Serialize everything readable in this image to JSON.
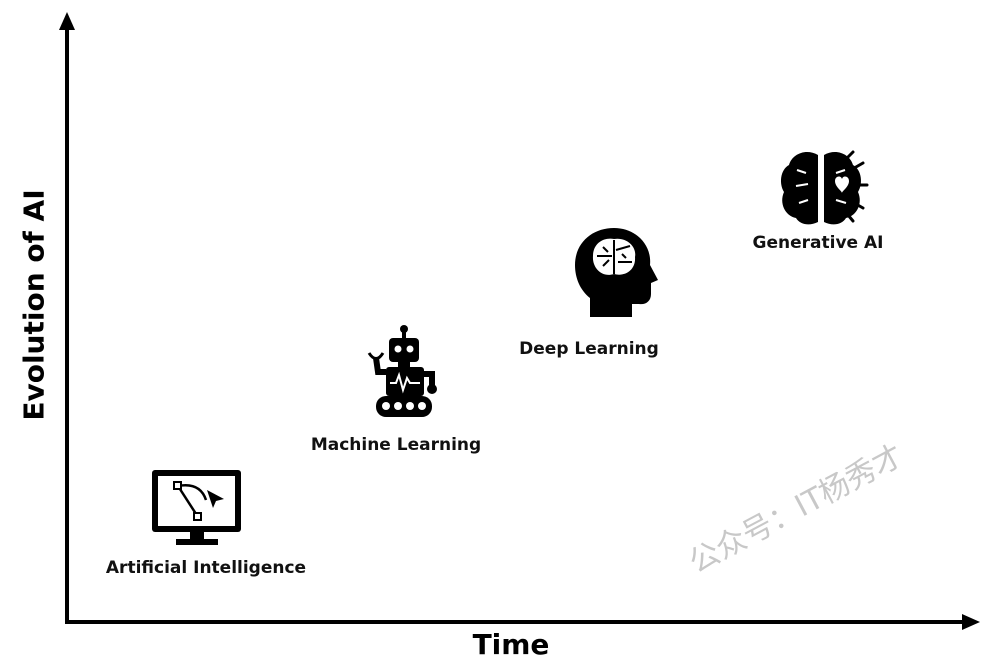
{
  "axes": {
    "x_title": "Time",
    "y_title": "Evolution of AI"
  },
  "stages": [
    {
      "label": "Artificial Intelligence",
      "icon": "monitor-cursor-icon"
    },
    {
      "label": "Machine Learning",
      "icon": "robot-icon"
    },
    {
      "label": "Deep Learning",
      "icon": "head-brain-icon"
    },
    {
      "label": "Generative AI",
      "icon": "brain-heart-icon"
    }
  ],
  "watermark": "公众号：IT杨秀才",
  "colors": {
    "ink": "#000000",
    "watermark": "#c8c8c8"
  }
}
